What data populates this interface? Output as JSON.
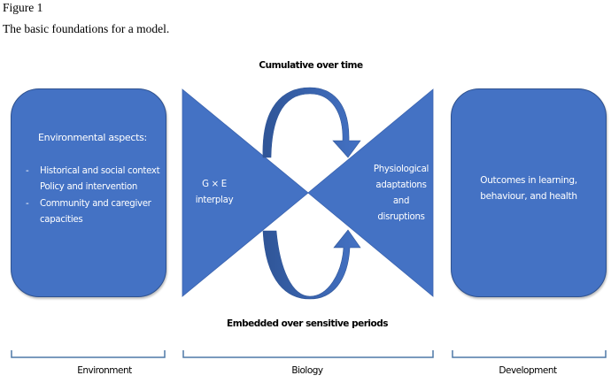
{
  "caption": {
    "figure_number": "Figure 1",
    "title": "The basic foundations for a model."
  },
  "colors": {
    "shape_fill": "#4472C4",
    "shape_border": "#2F528F",
    "arrow_dark": "#2F5597",
    "bracket": "#4E79A7",
    "text_light": "#FFFFFF"
  },
  "environment_box": {
    "heading": "Environmental aspects:",
    "items": [
      {
        "marker": "-",
        "text": "Historical and social context"
      },
      {
        "marker": "",
        "text": "Policy and intervention"
      },
      {
        "marker": "-",
        "text": "Community and caregiver capacities"
      }
    ]
  },
  "biology": {
    "top_label": "Cumulative over time",
    "bottom_label": "Embedded over sensitive periods",
    "left_triangle_lines": [
      "G × E",
      "interplay"
    ],
    "right_triangle_lines": [
      "Physiological",
      "adaptations",
      "and",
      "disruptions"
    ]
  },
  "development_box": {
    "lines": [
      "Outcomes in learning,",
      "behaviour, and health"
    ]
  },
  "brackets": [
    {
      "label": "Environment"
    },
    {
      "label": "Biology"
    },
    {
      "label": "Development"
    }
  ]
}
